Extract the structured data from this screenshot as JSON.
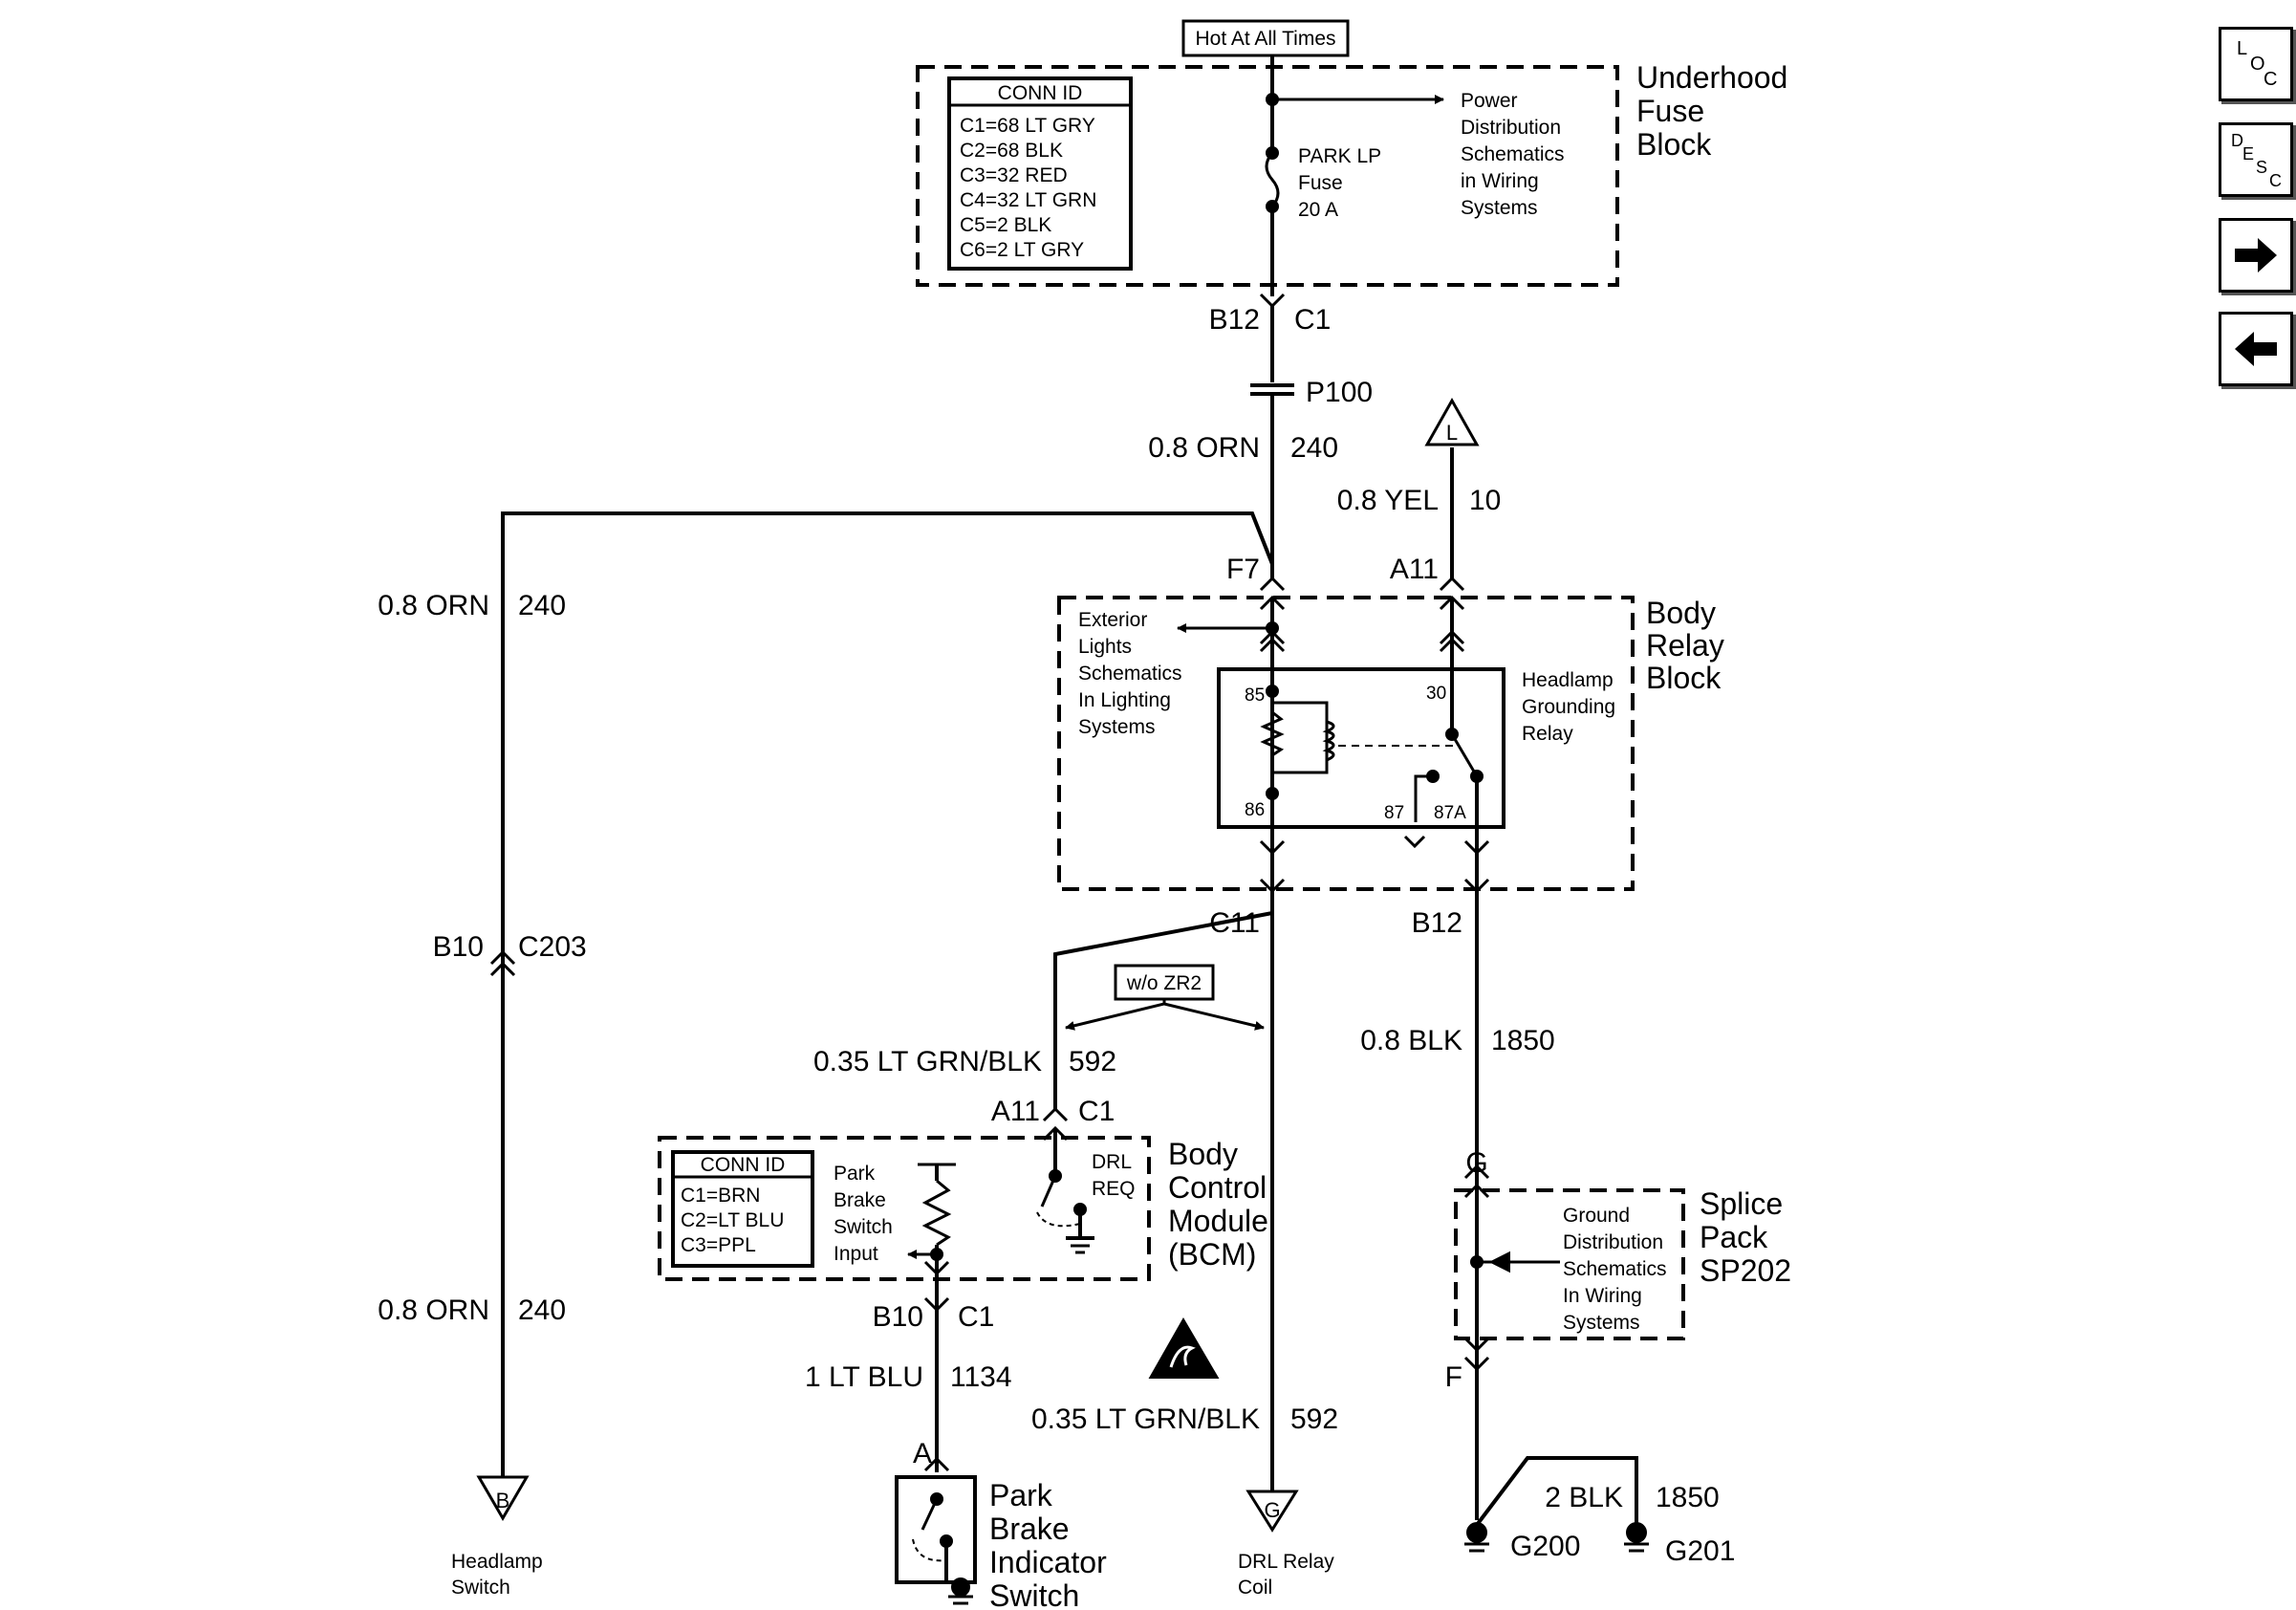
{
  "hot_label": "Hot At All Times",
  "fuse_block": {
    "title": [
      "Underhood",
      "Fuse",
      "Block"
    ],
    "conn_header": "CONN ID",
    "conn_rows": [
      "C1=68 LT GRY",
      "C2=68 BLK",
      "C3=32 RED",
      "C4=32 LT GRN",
      "C5=2 BLK",
      "C6=2 LT GRY"
    ],
    "fuse_label": [
      "PARK LP",
      "Fuse",
      "20 A"
    ],
    "power_dist": [
      "Power",
      "Distribution",
      "Schematics",
      "in Wiring",
      "Systems"
    ]
  },
  "connector_top": {
    "left": "B12",
    "right": "C1"
  },
  "p100": "P100",
  "wire_240_top": {
    "gauge": "0.8 ORN",
    "circuit": "240"
  },
  "l_marker": "L",
  "wire_10": {
    "gauge": "0.8 YEL",
    "circuit": "10"
  },
  "pin_f7": "F7",
  "pin_a11_top": "A11",
  "wire_240_left": {
    "gauge": "0.8 ORN",
    "circuit": "240"
  },
  "relay_block": {
    "title": [
      "Body",
      "Relay",
      "Block"
    ],
    "exterior": [
      "Exterior",
      "Lights",
      "Schematics",
      "In Lighting",
      "Systems"
    ],
    "relay_name": [
      "Headlamp",
      "Grounding",
      "Relay"
    ],
    "pins": {
      "p85": "85",
      "p86": "86",
      "p30": "30",
      "p87": "87",
      "p87a": "87A"
    }
  },
  "c203": {
    "left": "B10",
    "right": "C203"
  },
  "pin_c11": "C11",
  "pin_b12_mid": "B12",
  "wo_zr2": "w/o ZR2",
  "wire_592_top": {
    "gauge": "0.35 LT GRN/BLK",
    "circuit": "592"
  },
  "wire_1850_top": {
    "gauge": "0.8 BLK",
    "circuit": "1850"
  },
  "bcm_conn": {
    "left": "A11",
    "right": "C1"
  },
  "bcm": {
    "title": [
      "Body",
      "Control",
      "Module",
      "(BCM)"
    ],
    "conn_header": "CONN ID",
    "conn_rows": [
      "C1=BRN",
      "C2=LT BLU",
      "C3=PPL"
    ],
    "park_input": [
      "Park",
      "Brake",
      "Switch",
      "Input"
    ],
    "drl_req": [
      "DRL",
      "REQ"
    ]
  },
  "pin_g": "G",
  "splice": {
    "title": [
      "Splice",
      "Pack",
      "SP202"
    ],
    "ground_text": [
      "Ground",
      "Distribution",
      "Schematics",
      "In Wiring",
      "Systems"
    ]
  },
  "wire_240_bottom": {
    "gauge": "0.8 ORN",
    "circuit": "240"
  },
  "bcm_bottom_conn": {
    "left": "B10",
    "right": "C1"
  },
  "wire_1134": {
    "gauge": "1 LT BLU",
    "circuit": "1134"
  },
  "wire_592_bottom": {
    "gauge": "0.35 LT GRN/BLK",
    "circuit": "592"
  },
  "pin_f": "F",
  "pin_a": "A",
  "park_switch": [
    "Park",
    "Brake",
    "Indicator",
    "Switch"
  ],
  "wire_2blk": {
    "gauge": "2 BLK",
    "circuit": "1850"
  },
  "ground_g200": "G200",
  "ground_g201": "G201",
  "marker_b": "B",
  "marker_g": "G",
  "headlamp_switch": [
    "Headlamp",
    "Switch"
  ],
  "drl_relay_coil": [
    "DRL Relay",
    "Coil"
  ],
  "nav": {
    "loc": [
      "L",
      "O",
      "C"
    ],
    "desc": [
      "D",
      "E",
      "S",
      "C"
    ]
  }
}
